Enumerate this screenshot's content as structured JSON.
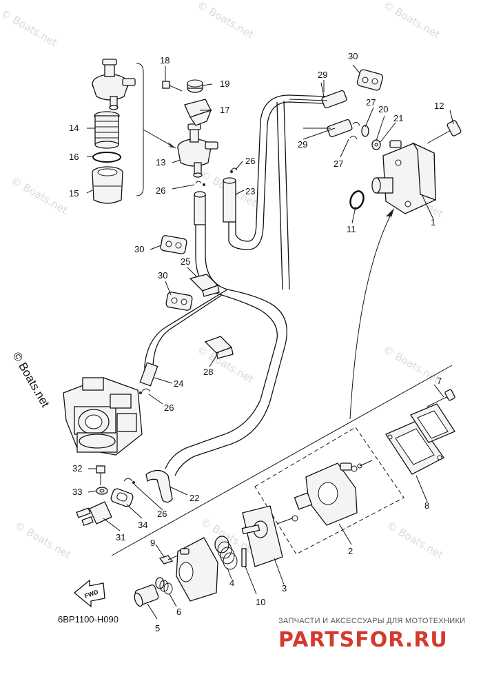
{
  "watermark": "© Boats.net",
  "diagram_code": "6BP1100-H090",
  "fwd_label": "FWD",
  "shop": {
    "tagline": "ЗАПЧАСТИ И АКСЕССУАРЫ ДЛЯ МОТОТЕХНИКИ",
    "logo": "PARTSFOR.RU"
  },
  "callouts": {
    "c1": "1",
    "c2": "2",
    "c3": "3",
    "c4": "4",
    "c5": "5",
    "c6": "6",
    "c7": "7",
    "c8": "8",
    "c9": "9",
    "c10": "10",
    "c11": "11",
    "c12": "12",
    "c13": "13",
    "c14": "14",
    "c15": "15",
    "c16": "16",
    "c17": "17",
    "c18": "18",
    "c19": "19",
    "c20": "20",
    "c21": "21",
    "c22": "22",
    "c23": "23",
    "c24": "24",
    "c25": "25",
    "c26a": "26",
    "c26b": "26",
    "c26c": "26",
    "c26d": "26",
    "c27a": "27",
    "c27b": "27",
    "c28": "28",
    "c29a": "29",
    "c29b": "29",
    "c30a": "30",
    "c30b": "30",
    "c30c": "30",
    "c31": "31",
    "c32": "32",
    "c33": "33",
    "c34": "34"
  }
}
